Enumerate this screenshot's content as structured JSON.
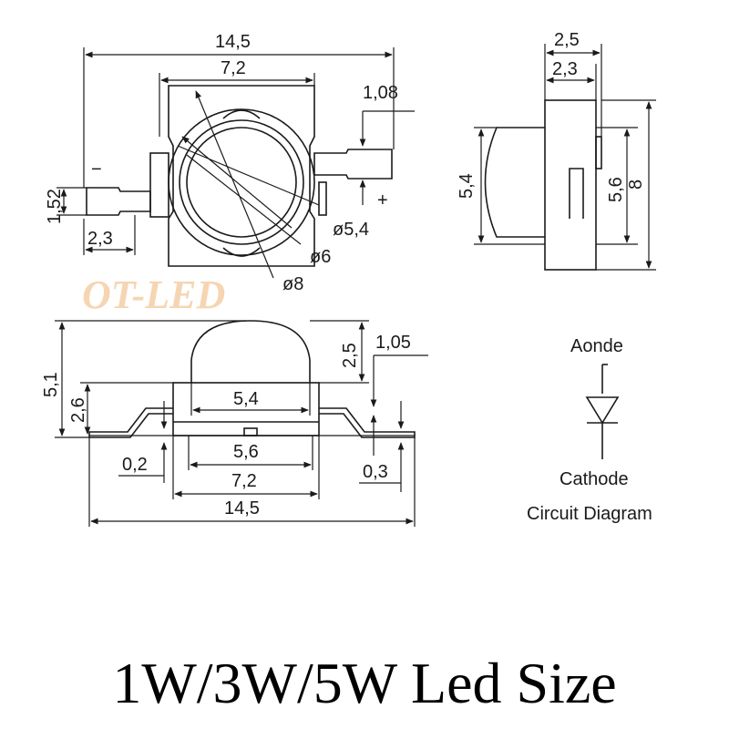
{
  "watermark": "OT-LED",
  "top_view": {
    "overall_length": "14,5",
    "body_length": "7,2",
    "lead_thickness": "1,08",
    "lead_width": "1,52",
    "lead_length": "2,3",
    "lens_diameter": "ø5,4",
    "ring_diameter": "ø6",
    "outer_diameter": "ø8",
    "minus_sign": "−",
    "plus_sign": "+"
  },
  "side_view": {
    "top_width_outer": "2,5",
    "top_width_inner": "2,3",
    "lens_height": "5,4",
    "body_height": "5,6",
    "overall_height": "8"
  },
  "front_view": {
    "overall_height": "5,1",
    "body_height": "2,6",
    "lens_height": "2,5",
    "lead_offset": "1,05",
    "lens_width": "5,4",
    "base_width": "5,6",
    "body_width": "7,2",
    "overall_width": "14,5",
    "left_lead_thickness": "0,2",
    "right_lead_thickness": "0,3"
  },
  "circuit": {
    "anode_label": "Aonde",
    "cathode_label": "Cathode",
    "title": "Circuit Diagram"
  },
  "caption": "1W/3W/5W Led Size"
}
